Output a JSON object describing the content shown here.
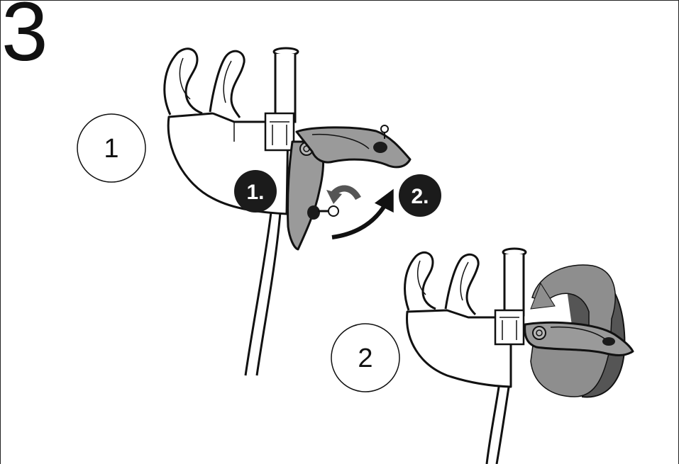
{
  "step_number": "3",
  "sub_steps": [
    {
      "label": "1"
    },
    {
      "label": "2"
    }
  ],
  "actions": [
    {
      "label": "1."
    },
    {
      "label": "2."
    }
  ],
  "colors": {
    "line": "#111111",
    "part_gray": "#9a9a9a",
    "part_gray_light": "#b8b8b8",
    "strap_light": "#8e8e8e",
    "strap_dark": "#555555",
    "badge": "#1b1b1b"
  }
}
